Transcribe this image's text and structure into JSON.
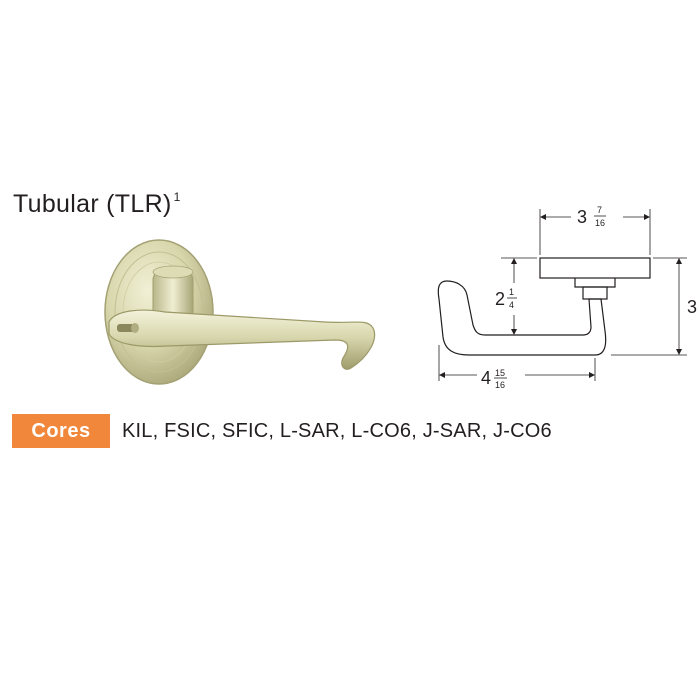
{
  "title": {
    "text": "Tubular (TLR)",
    "footnote": "1"
  },
  "dimensions": {
    "rose_width": {
      "whole": "3",
      "num": "7",
      "den": "16"
    },
    "lever_height": {
      "whole": "2",
      "num": "1",
      "den": "4"
    },
    "projection": {
      "whole": "3"
    },
    "lever_length": {
      "whole": "4",
      "num": "15",
      "den": "16"
    }
  },
  "cores": {
    "label": "Cores",
    "list": "KIL, FSIC, SFIC, L-SAR, L-CO6, J-SAR, J-CO6"
  },
  "colors": {
    "badge": "#f0873a",
    "finish": "#d6d3a8"
  }
}
